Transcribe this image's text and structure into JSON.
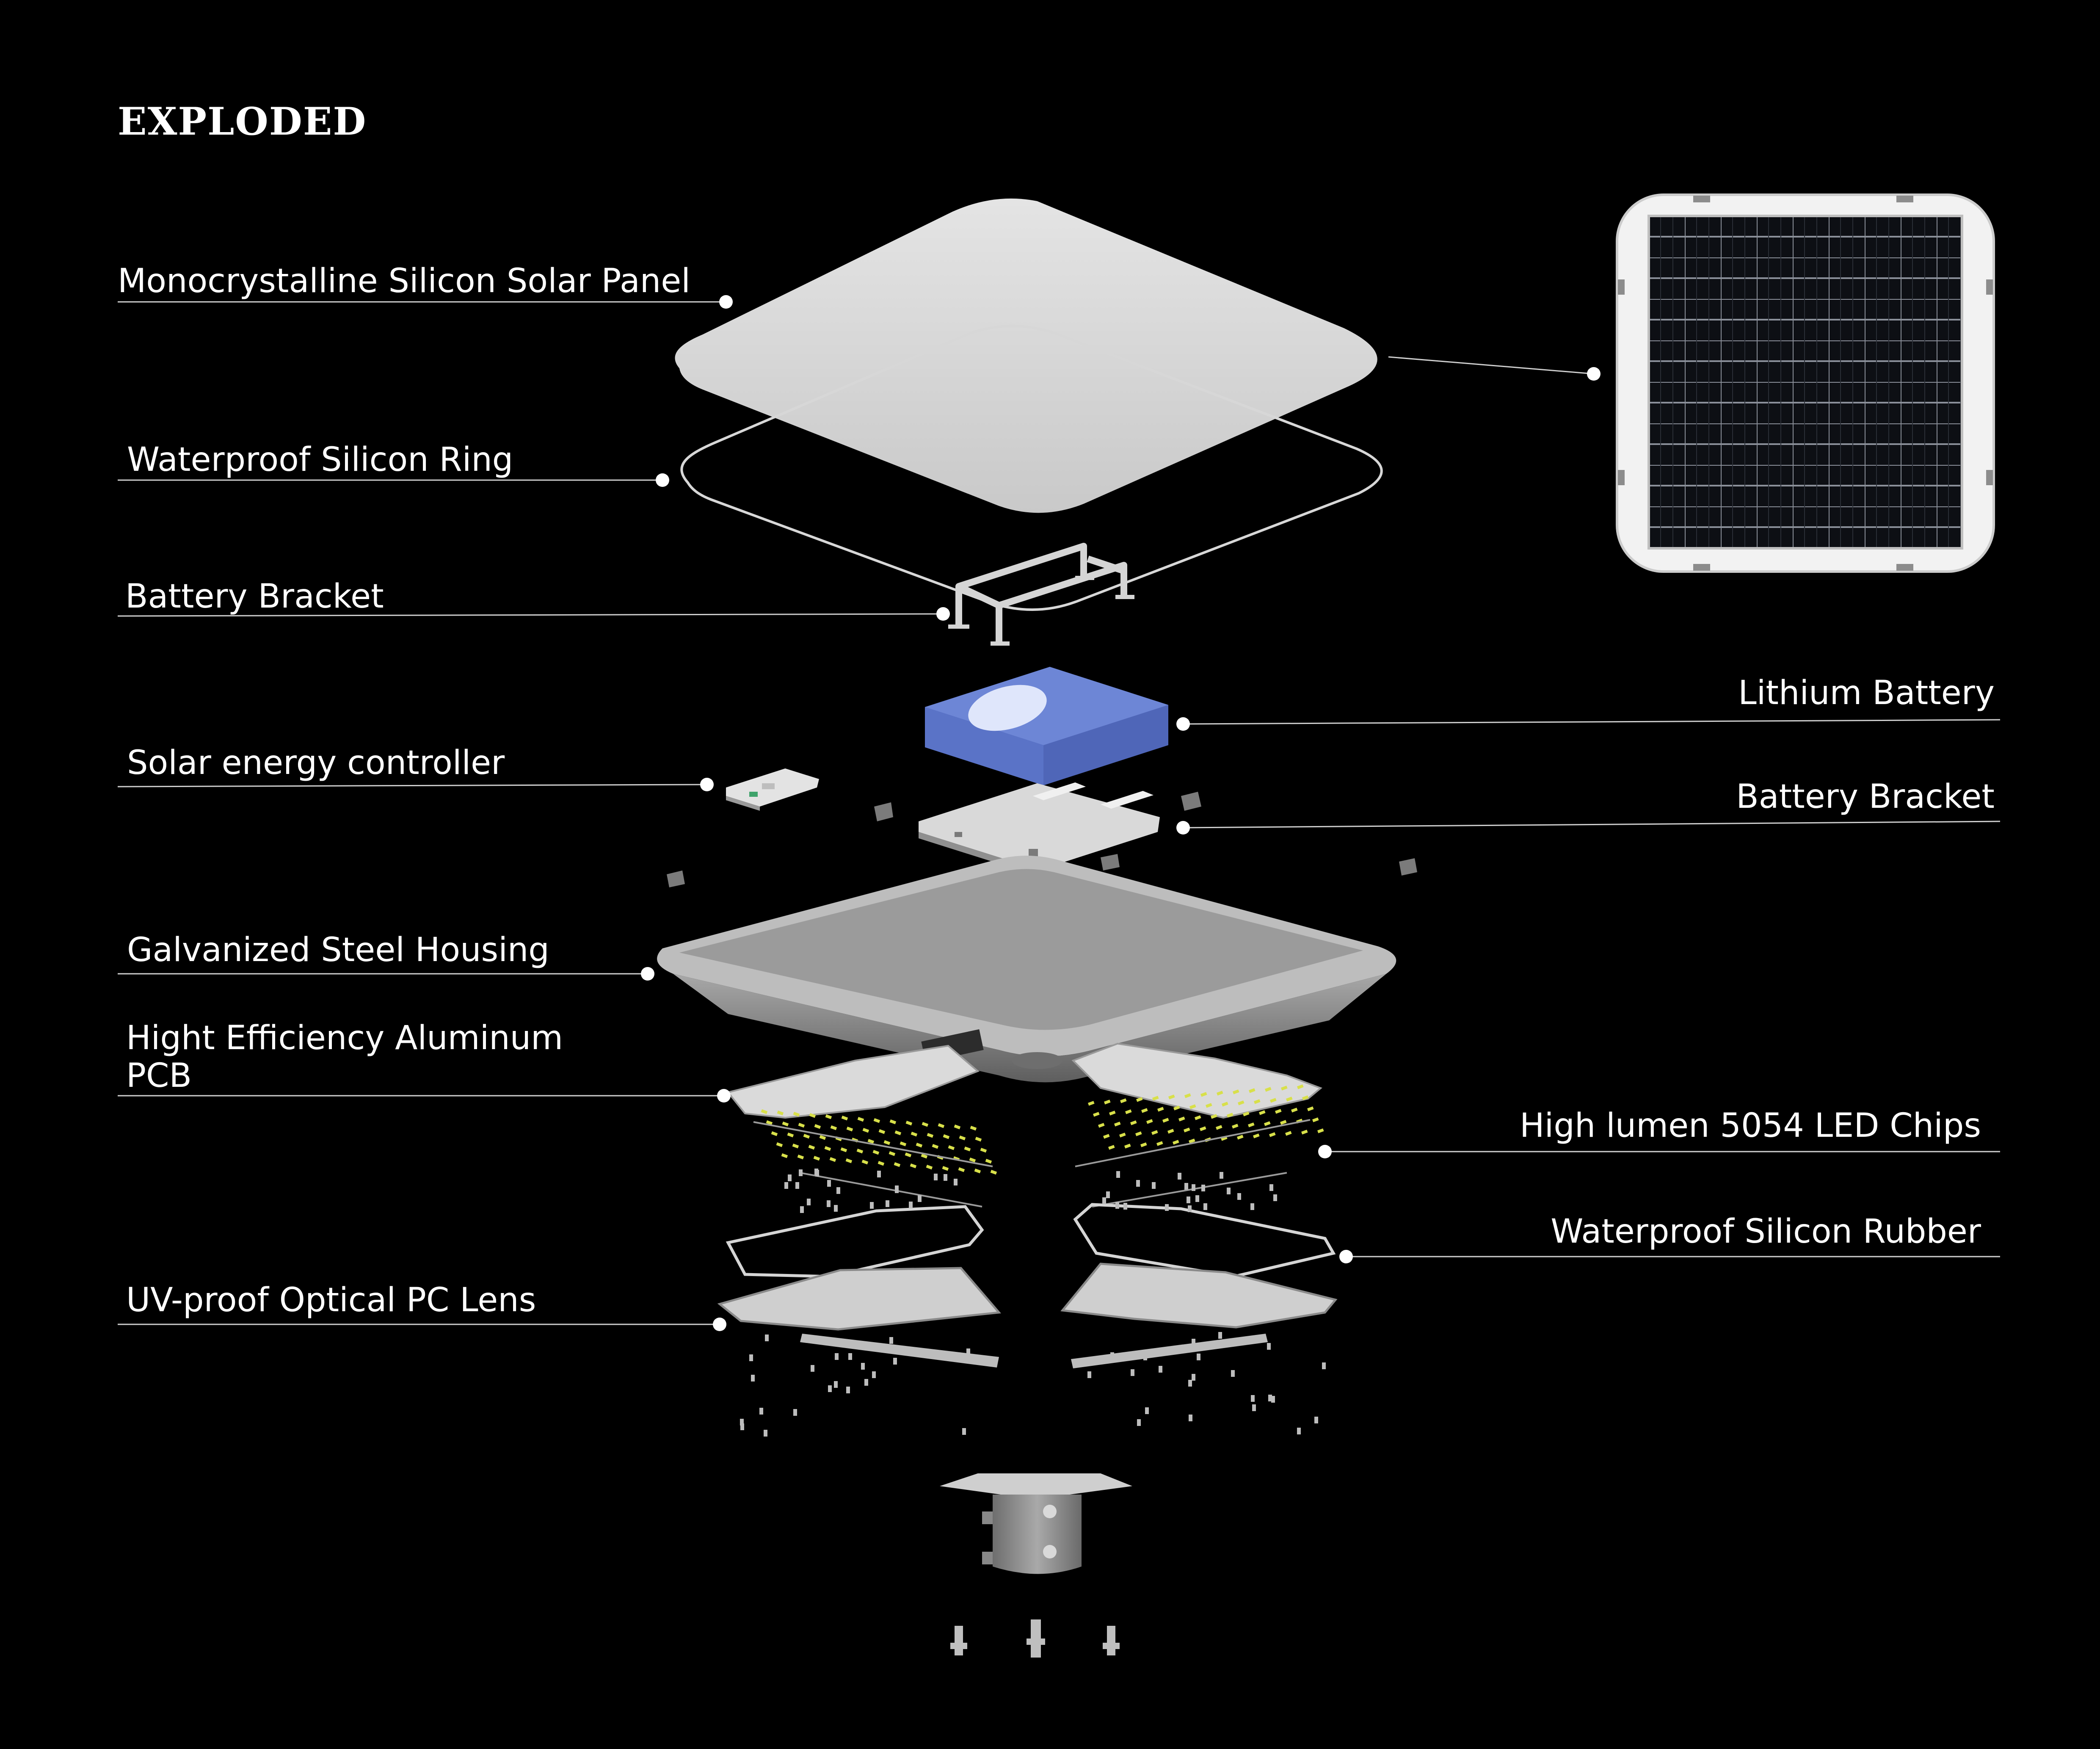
{
  "heading": "EXPLODED",
  "labels": {
    "solar_panel": "Monocrystalline Silicon Solar Panel",
    "silicon_ring": "Waterproof Silicon Ring",
    "battery_bracket_top": "Battery Bracket",
    "lithium_battery": "Lithium Battery",
    "solar_controller": "Solar energy controller",
    "battery_bracket_lower": "Battery Bracket",
    "steel_housing": "Galvanized Steel Housing",
    "pcb_line1": "Hight Efficiency Aluminum",
    "pcb_line2": "PCB",
    "led_chips": "High lumen 5054 LED Chips",
    "silicon_rubber": "Waterproof Silicon Rubber",
    "pc_lens": "UV-proof Optical PC Lens"
  },
  "colors": {
    "background": "#000000",
    "panel_surface": "#d9d9d9",
    "battery_blue": "#5d76c9",
    "housing_grey": "#8a8a8a",
    "led_yellow": "#d8e04a",
    "text": "#ffffff"
  }
}
